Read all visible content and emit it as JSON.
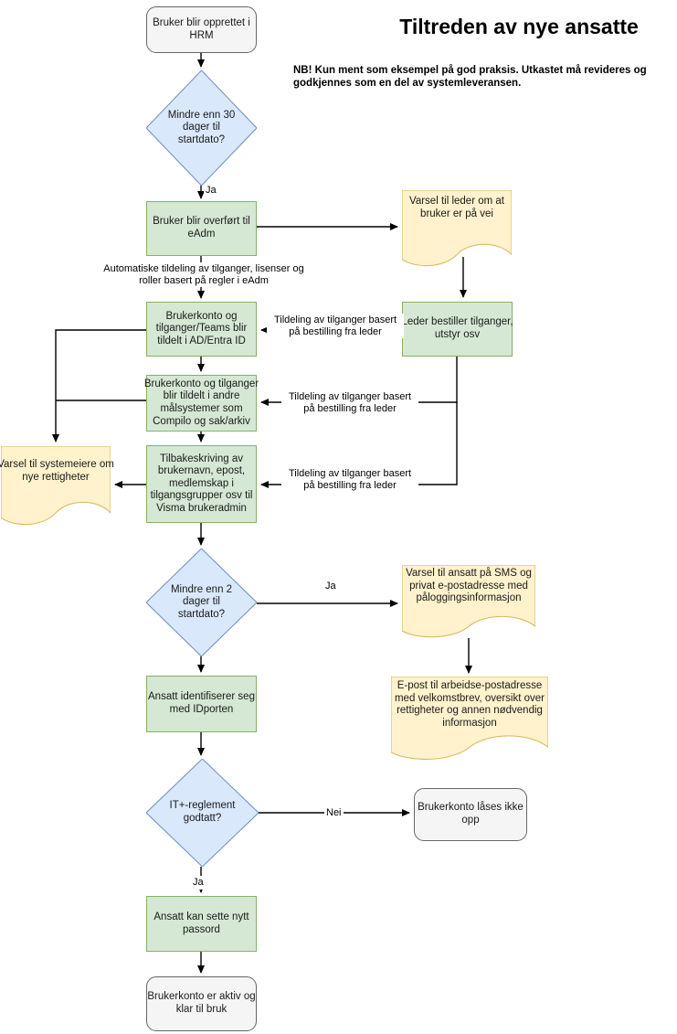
{
  "title": "Tiltreden av nye ansatte",
  "note": "NB! Kun ment som eksempel på god praksis. Utkastet må revideres og godkjennes som en del av systemleveransen.",
  "nodes": {
    "start": {
      "label": "Bruker blir opprettet i HRM"
    },
    "d30": {
      "label": "Mindre enn 30 dager til startdato?"
    },
    "overfort": {
      "label": "Bruker blir overført til eAdm"
    },
    "varsel_leder": {
      "label": "Varsel til leder om at bruker er på vei"
    },
    "ad_entra": {
      "label": "Brukerkonto og tilganger/Teams blir tildelt i AD/Entra ID"
    },
    "leder_bestiller": {
      "label": "Leder bestiller tilganger, utstyr osv"
    },
    "malsystemer": {
      "label": "Brukerkonto og tilganger blir tildelt i andre målsystemer som Compilo og sak/arkiv"
    },
    "tilbakeskriving": {
      "label": "Tilbakeskriving av brukernavn, epost, medlemskap i tilgangsgrupper osv til Visma brukeradmin"
    },
    "varsel_systemeiere": {
      "label": "Varsel til systemeiere om nye rettigheter"
    },
    "d2": {
      "label": "Mindre enn 2 dager til startdato?"
    },
    "varsel_ansatt": {
      "label": "Varsel til ansatt på SMS og privat e-postadresse med påloggingsinformasjon"
    },
    "epost_arbeid": {
      "label": "E-post til arbeidse-postadresse med velkomstbrev, oversikt over rettigheter og annen nødvendig informasjon"
    },
    "idporten": {
      "label": "Ansatt identifiserer seg med IDporten"
    },
    "reglement": {
      "label": "IT+-reglement godtatt?"
    },
    "laases_ikke": {
      "label": "Brukerkonto låses ikke opp"
    },
    "nytt_passord": {
      "label": "Ansatt kan sette nytt passord"
    },
    "aktiv": {
      "label": "Brukerkonto er aktiv og klar til bruk"
    }
  },
  "edge_labels": {
    "ja1": "Ja",
    "ja2": "Ja",
    "ja3": "Ja",
    "nei": "Nei",
    "auto": "Automatiske tildeling av tilganger, lisenser og roller basert på regler i eAdm",
    "tildeling1": "Tildeling av tilganger basert på bestilling fra leder",
    "tildeling2": "Tildeling av tilganger basert på bestilling fra leder",
    "tildeling3": "Tildeling av tilganger basert på bestilling fra leder"
  },
  "colors": {
    "process_fill": "#d5e8d4",
    "process_stroke": "#82b366",
    "decision_fill": "#dae8fc",
    "decision_stroke": "#6c8ebf",
    "document_fill": "#fff2cc",
    "document_stroke": "#d6b656",
    "terminal_fill": "#f5f5f5",
    "terminal_stroke": "#666666",
    "edge": "#000000"
  }
}
